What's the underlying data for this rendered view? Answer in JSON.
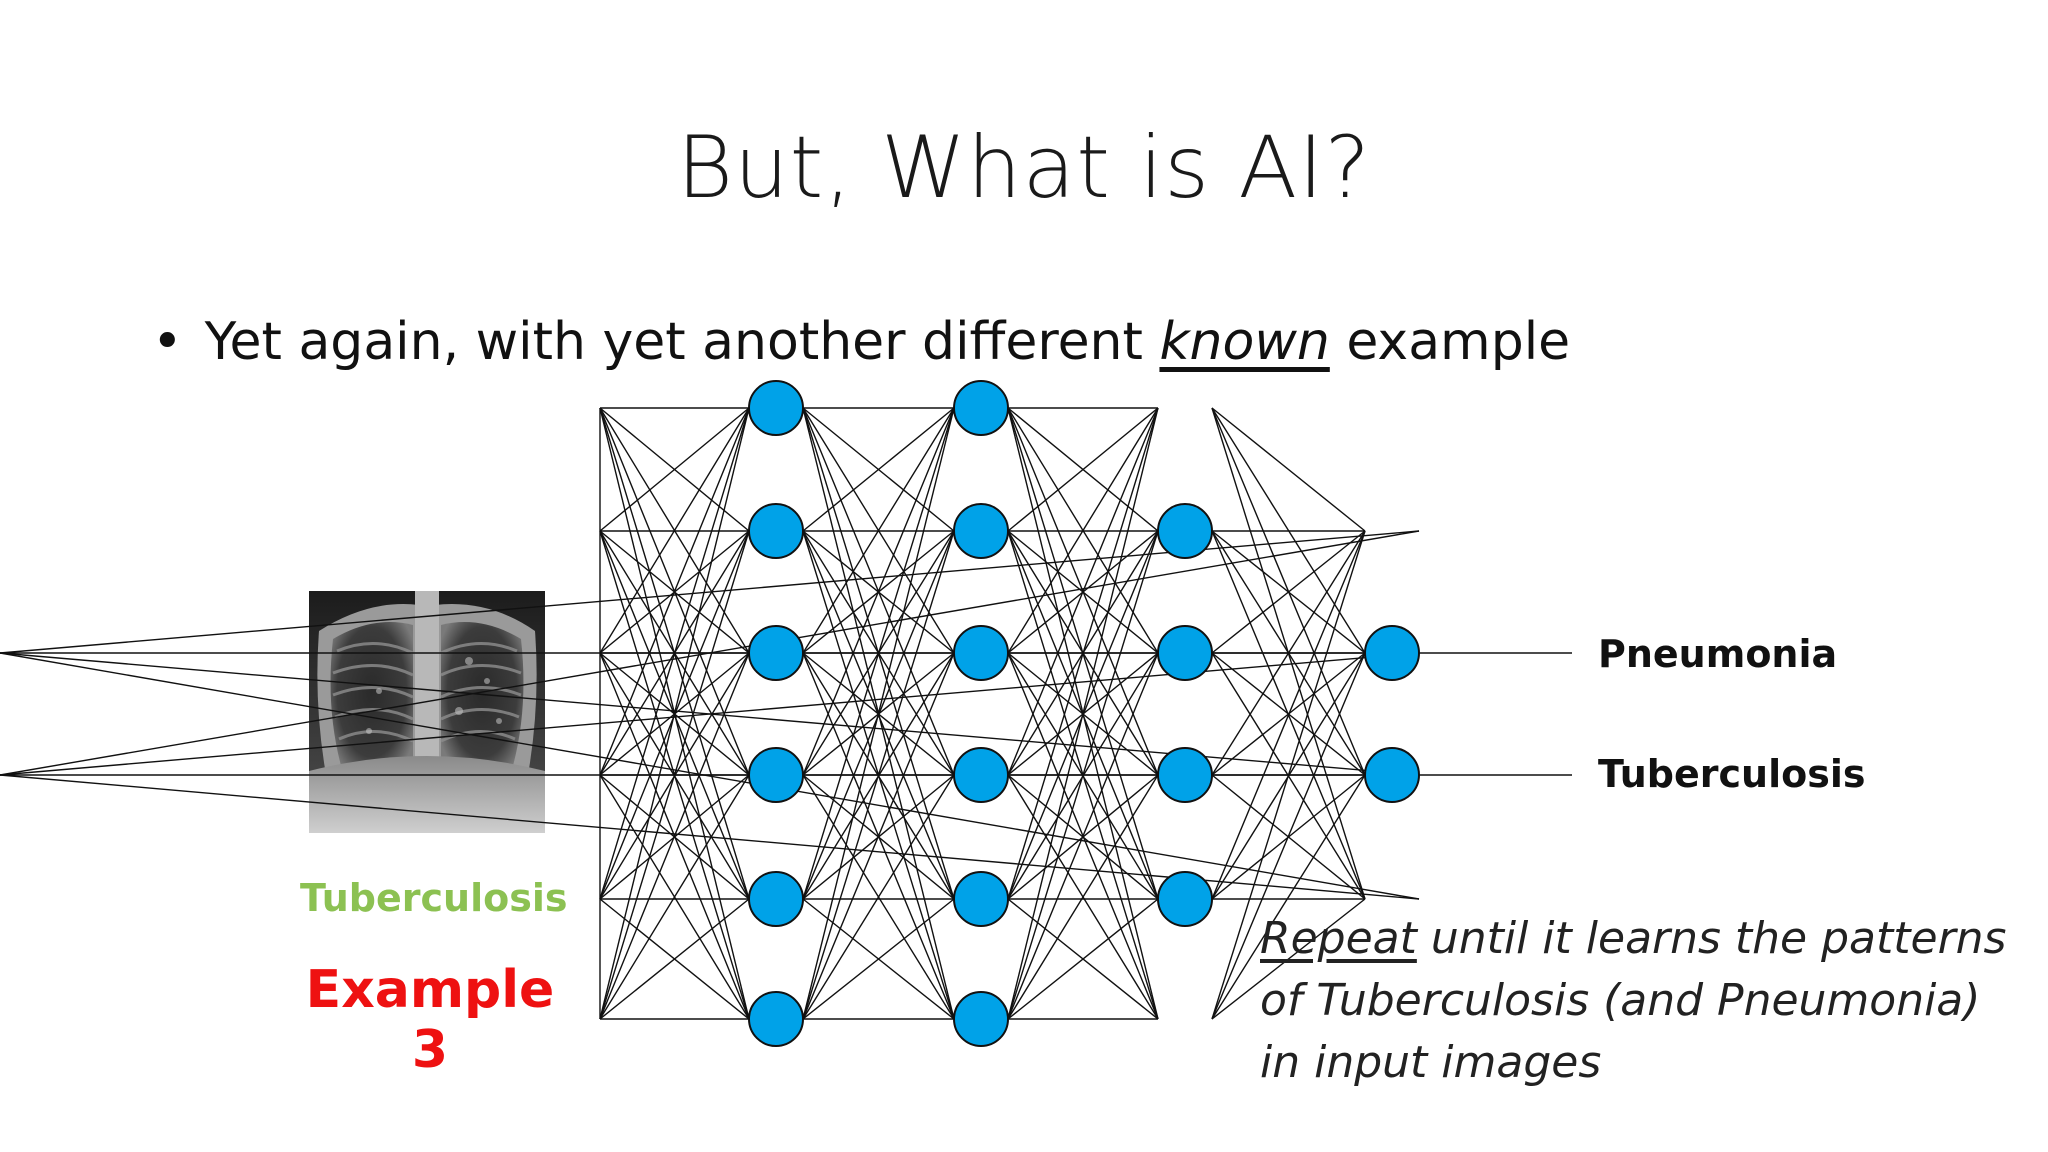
{
  "slide": {
    "title": "But, What is AI?",
    "bullet": {
      "marker": "•",
      "text_before": "Yet again, with yet another different ",
      "emphasis": "known",
      "text_after": " example"
    },
    "sample": {
      "image_kind": "chest-xray-image",
      "label": "Tuberculosis",
      "label_color": "#8cc152"
    },
    "example_label": "Example 3",
    "example_color": "#ee1111",
    "network": {
      "layers": [
        6,
        6,
        6,
        4,
        2
      ],
      "node_color": "#00a2e8",
      "outputs": [
        "Pneumonia",
        "Tuberculosis"
      ]
    },
    "note": {
      "emphasis": "Repeat",
      "text": " until it learns the patterns of Tuberculosis (and Pneumonia) in input images"
    }
  }
}
